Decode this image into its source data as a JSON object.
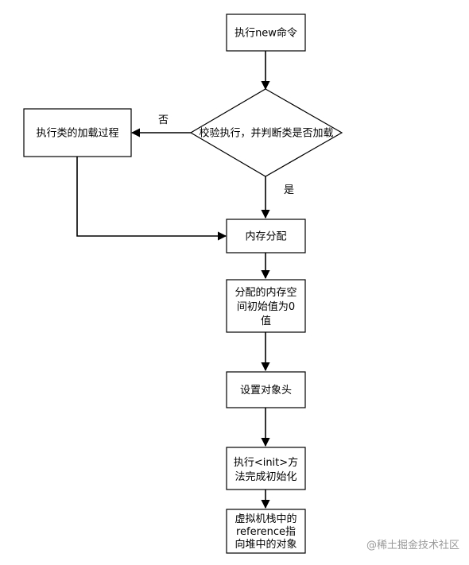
{
  "nodes": {
    "start": "执行new命令",
    "check": "校验执行，并判断类是否加载",
    "load": "执行类的加载过程",
    "alloc": "内存分配",
    "zero_lines": [
      "分配的内存空",
      "间初始值为0",
      "值"
    ],
    "header": "设置对象头",
    "init_lines": [
      "执行<init>方",
      "法完成初始化"
    ],
    "ref_lines": [
      "虚拟机栈中的",
      "reference指",
      "向堆中的对象"
    ]
  },
  "edges": {
    "no_label": "否",
    "yes_label": "是"
  },
  "watermark": "@稀土掘金技术社区"
}
